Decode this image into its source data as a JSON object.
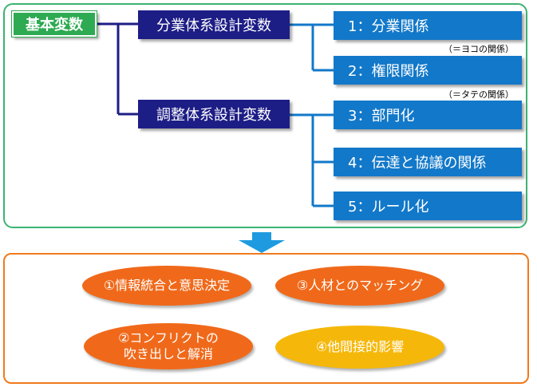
{
  "root": {
    "label": "基本変数"
  },
  "mid": [
    {
      "label": "分業体系設計変数"
    },
    {
      "label": "調整体系設計変数"
    }
  ],
  "leaves": [
    {
      "label": "1：分業関係"
    },
    {
      "label": "2：権限関係"
    },
    {
      "label": "3：部門化"
    },
    {
      "label": "4：伝達と協議の関係"
    },
    {
      "label": "5：ルール化"
    }
  ],
  "notes": [
    {
      "label": "（＝ヨコの関係）"
    },
    {
      "label": "（＝タテの関係）"
    }
  ],
  "effects": [
    {
      "label": "①情報統合と意思決定"
    },
    {
      "label": "③人材とのマッチング"
    },
    {
      "line1": "②コンフリクトの",
      "line2": "吹き出しと解消"
    },
    {
      "label": "④他間接的影響"
    }
  ],
  "colors": {
    "green": "#2eaa52",
    "navy": "#1d1d86",
    "blue": "#1278c9",
    "orange": "#f0691a",
    "yellow": "#f5b80a",
    "arrow": "#1e9be0"
  }
}
